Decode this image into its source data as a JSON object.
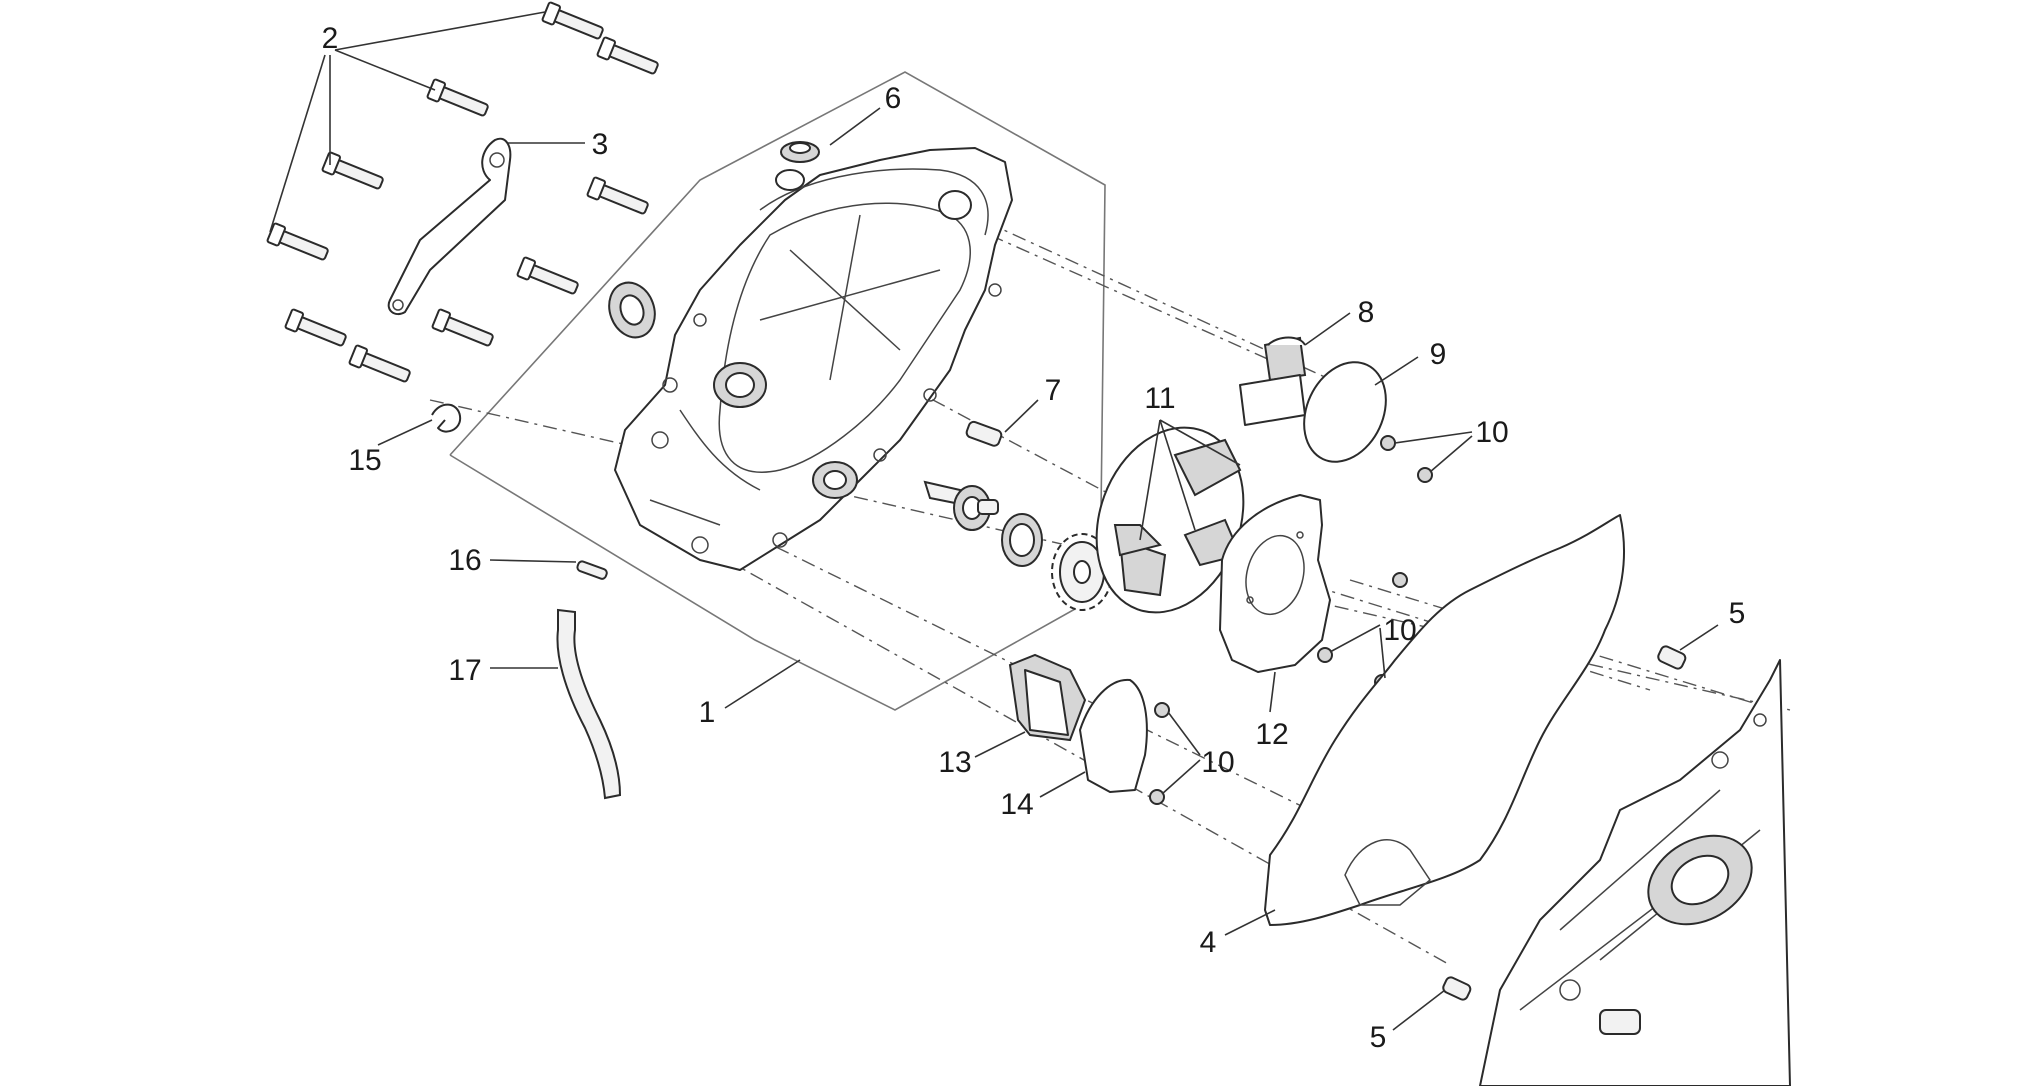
{
  "diagram": {
    "part_numbers": [
      "1",
      "2",
      "3",
      "4",
      "5",
      "5",
      "6",
      "7",
      "8",
      "9",
      "10",
      "10",
      "10",
      "11",
      "12",
      "13",
      "14",
      "15",
      "16",
      "17"
    ]
  },
  "colors": {
    "line": "#2b2b2b",
    "fill": "#ffffff",
    "shade": "#d6d6d6",
    "label": "#1a1a1a"
  }
}
